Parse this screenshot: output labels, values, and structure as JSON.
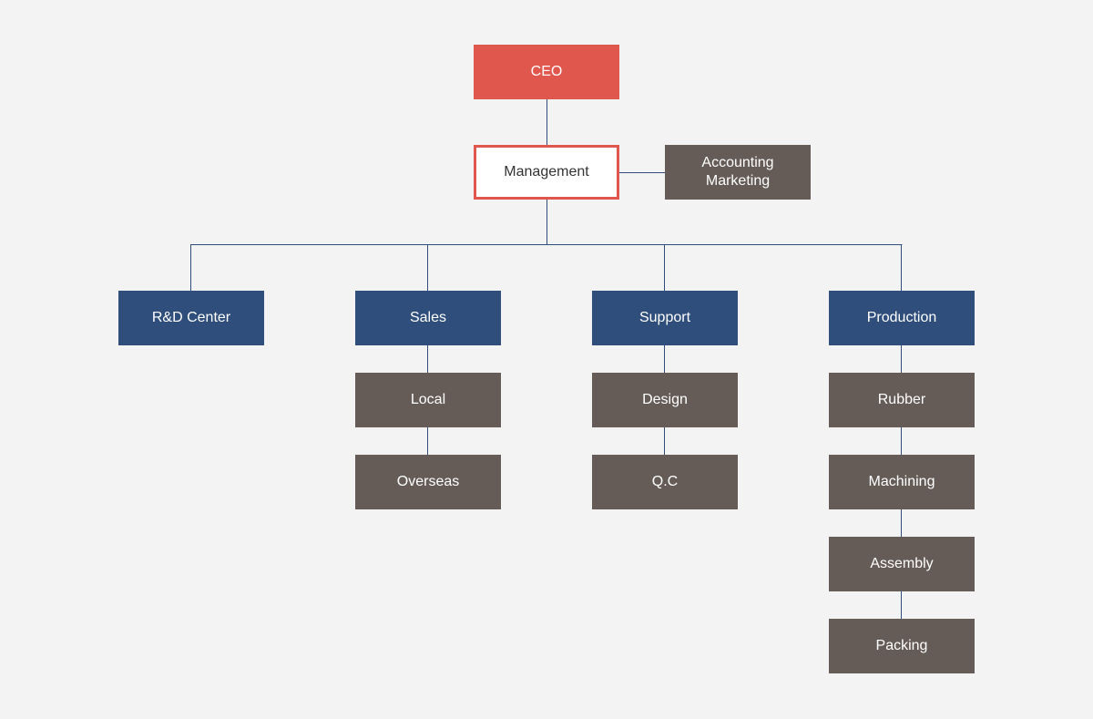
{
  "colors": {
    "background": "#f3f3f3",
    "ceo": "#e0574d",
    "management_border": "#e0574d",
    "department": "#2f4e7b",
    "unit": "#655c57",
    "connector": "#2f4e7b"
  },
  "org": {
    "ceo": {
      "label": "CEO"
    },
    "management": {
      "label": "Management"
    },
    "staff": {
      "line1": "Accounting",
      "line2": "Marketing"
    },
    "departments": [
      {
        "label": "R&D Center",
        "units": []
      },
      {
        "label": "Sales",
        "units": [
          "Local",
          "Overseas"
        ]
      },
      {
        "label": "Support",
        "units": [
          "Design",
          "Q.C"
        ]
      },
      {
        "label": "Production",
        "units": [
          "Rubber",
          "Machining",
          "Assembly",
          "Packing"
        ]
      }
    ]
  }
}
